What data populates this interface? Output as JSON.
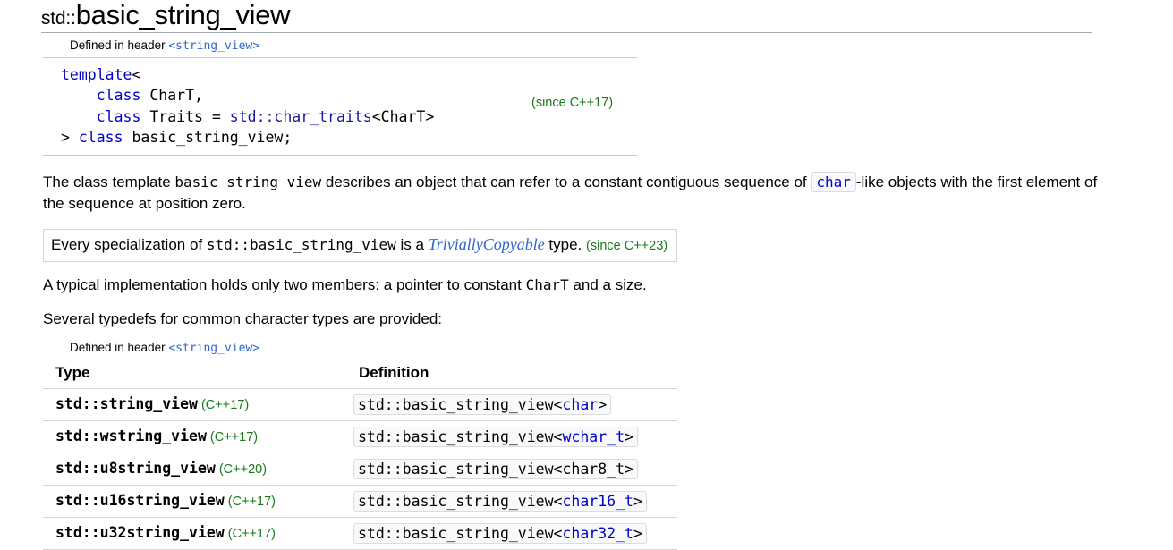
{
  "title": {
    "namespace": "std::",
    "name": "basic_string_view"
  },
  "declaration": {
    "defined_in_label": "Defined in header",
    "header": "<string_view>",
    "code_lines": [
      {
        "parts": [
          {
            "t": "template",
            "c": "kw"
          },
          {
            "t": "<",
            "c": "plain"
          }
        ]
      },
      {
        "parts": [
          {
            "t": "    ",
            "c": "plain"
          },
          {
            "t": "class",
            "c": "kw"
          },
          {
            "t": " CharT,",
            "c": "plain"
          }
        ]
      },
      {
        "parts": [
          {
            "t": "    ",
            "c": "plain"
          },
          {
            "t": "class",
            "c": "kw"
          },
          {
            "t": " Traits = ",
            "c": "plain"
          },
          {
            "t": "std::char_traits",
            "c": "lnk"
          },
          {
            "t": "<CharT>",
            "c": "plain"
          }
        ]
      },
      {
        "parts": [
          {
            "t": "> ",
            "c": "plain"
          },
          {
            "t": "class",
            "c": "kw"
          },
          {
            "t": " basic_string_view;",
            "c": "plain"
          }
        ]
      }
    ],
    "since": "(since C++17)"
  },
  "description": {
    "part1": "The class template ",
    "code1": "basic_string_view",
    "part2": " describes an object that can refer to a constant contiguous sequence of ",
    "code2": "char",
    "part3": "-like objects with the first element of the sequence at position zero."
  },
  "note": {
    "part1": "Every specialization of ",
    "code1": "std::basic_string_view",
    "part2": " is a ",
    "link": "TriviallyCopyable",
    "part3": " type.",
    "since": "(since C++23)"
  },
  "paragraphs": {
    "implementation_part1": "A typical implementation holds only two members: a pointer to constant ",
    "implementation_code": "CharT",
    "implementation_part2": " and a size.",
    "typedefs_intro": "Several typedefs for common character types are provided:"
  },
  "table": {
    "defined_in_label": "Defined in header",
    "header": "<string_view>",
    "columns": {
      "type": "Type",
      "definition": "Definition"
    },
    "rows": [
      {
        "type": "std::string_view",
        "since": "(C++17)",
        "def_prefix": "std::basic_string_view<",
        "def_arg": "char",
        "def_arg_link": true,
        "def_suffix": ">"
      },
      {
        "type": "std::wstring_view",
        "since": "(C++17)",
        "def_prefix": "std::basic_string_view<",
        "def_arg": "wchar_t",
        "def_arg_link": true,
        "def_suffix": ">"
      },
      {
        "type": "std::u8string_view",
        "since": "(C++20)",
        "def_prefix": "std::basic_string_view<",
        "def_arg": "char8_t",
        "def_arg_link": false,
        "def_suffix": ">"
      },
      {
        "type": "std::u16string_view",
        "since": "(C++17)",
        "def_prefix": "std::basic_string_view<",
        "def_arg": "char16_t",
        "def_arg_link": true,
        "def_suffix": ">"
      },
      {
        "type": "std::u32string_view",
        "since": "(C++17)",
        "def_prefix": "std::basic_string_view<",
        "def_arg": "char32_t",
        "def_arg_link": true,
        "def_suffix": ">"
      }
    ]
  },
  "colors": {
    "keyword": "#0000cc",
    "link": "#3366cc",
    "since_green": "#1a7a1a",
    "rule": "#c8ccd1"
  }
}
